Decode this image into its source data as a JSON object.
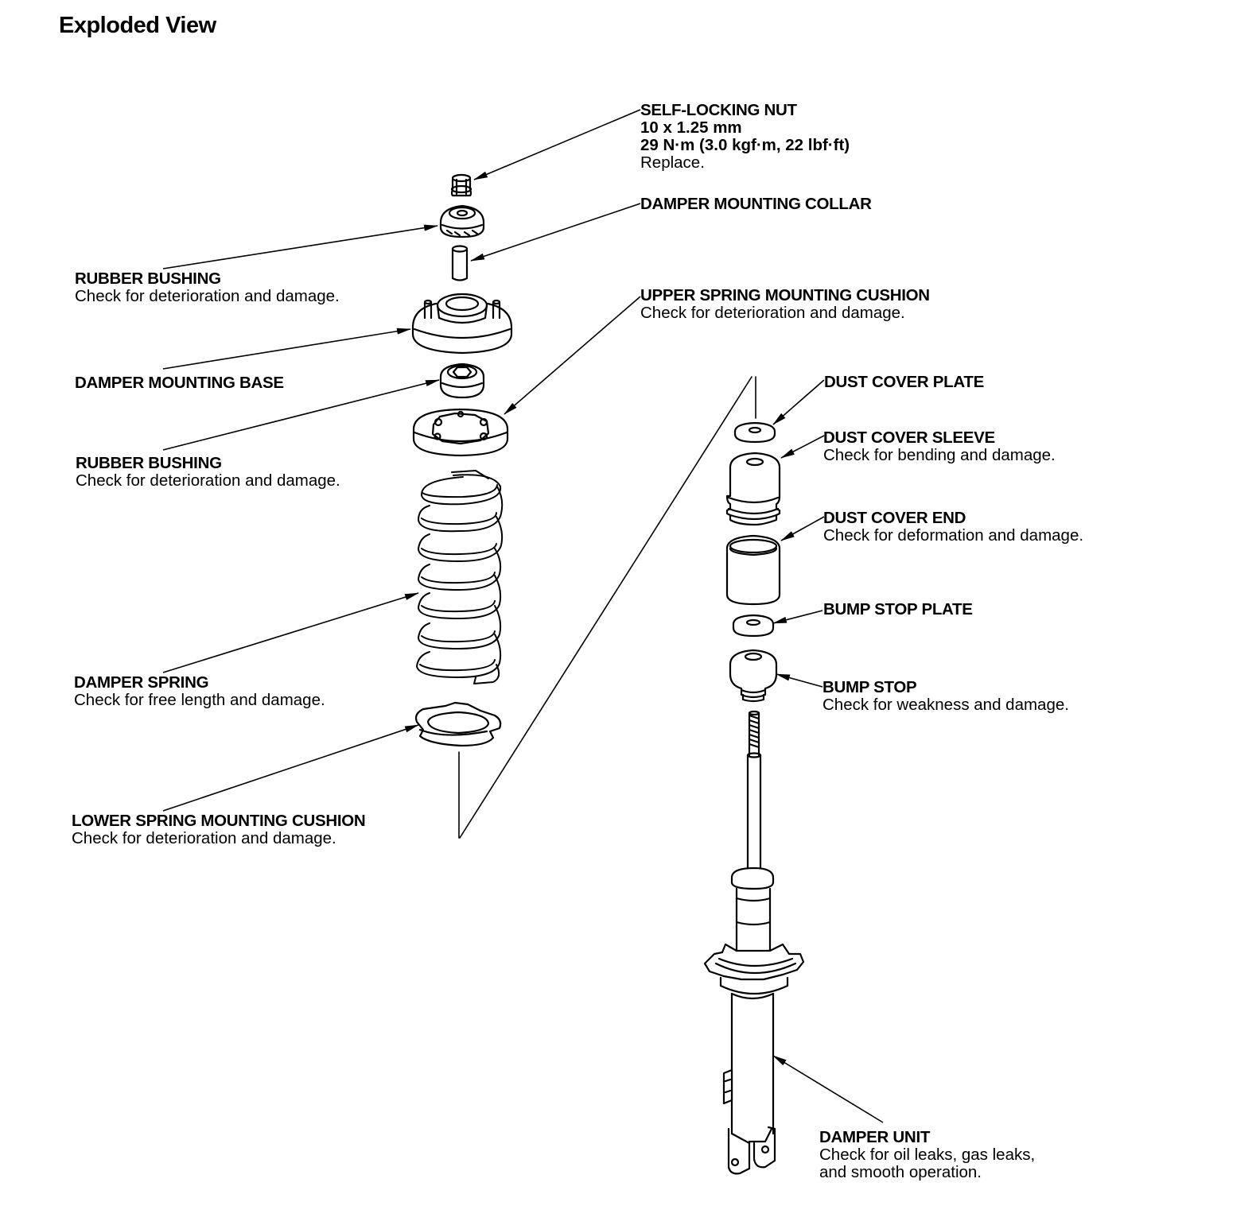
{
  "title": "Exploded View",
  "labels": {
    "self_locking_nut": {
      "name": "SELF-LOCKING NUT",
      "size": "10 x 1.25 mm",
      "torque": "29 N·m (3.0 kgf·m, 22 lbf·ft)",
      "note": "Replace."
    },
    "damper_mounting_collar": {
      "name": "DAMPER MOUNTING COLLAR"
    },
    "rubber_bushing_upper": {
      "name": "RUBBER BUSHING",
      "note": "Check for deterioration and damage."
    },
    "upper_spring_mounting_cushion": {
      "name": "UPPER SPRING MOUNTING CUSHION",
      "note": "Check for deterioration and damage."
    },
    "damper_mounting_base": {
      "name": "DAMPER MOUNTING BASE"
    },
    "dust_cover_plate": {
      "name": "DUST COVER PLATE"
    },
    "rubber_bushing_lower": {
      "name": "RUBBER BUSHING",
      "note": "Check for deterioration and damage."
    },
    "dust_cover_sleeve": {
      "name": "DUST COVER SLEEVE",
      "note": "Check for bending and damage."
    },
    "dust_cover_end": {
      "name": "DUST COVER END",
      "note": "Check for deformation and damage."
    },
    "bump_stop_plate": {
      "name": "BUMP STOP PLATE"
    },
    "bump_stop": {
      "name": "BUMP STOP",
      "note": "Check for weakness and damage."
    },
    "damper_spring": {
      "name": "DAMPER SPRING",
      "note": "Check for free length and damage."
    },
    "lower_spring_mounting_cushion": {
      "name": "LOWER SPRING MOUNTING CUSHION",
      "note": "Check for deterioration and damage."
    },
    "damper_unit": {
      "name": "DAMPER UNIT",
      "note_line1": "Check for oil leaks, gas leaks,",
      "note_line2": "and smooth operation."
    }
  }
}
